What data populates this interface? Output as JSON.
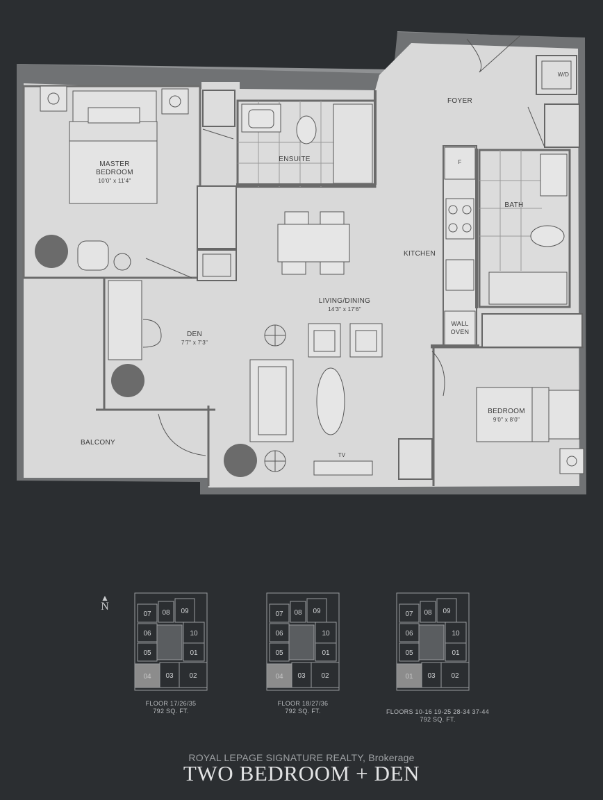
{
  "floorplan": {
    "title": "TWO BEDROOM + DEN",
    "watermark": "ROYAL LEPAGE SIGNATURE REALTY, Brokerage",
    "rooms": {
      "master_bedroom": {
        "name_line1": "MASTER",
        "name_line2": "BEDROOM",
        "dims": "10'0\" x 11'4\""
      },
      "ensuite": {
        "name": "ENSUITE"
      },
      "foyer": {
        "name": "FOYER"
      },
      "wd": {
        "name": "W/D"
      },
      "bath": {
        "name": "BATH"
      },
      "kitchen": {
        "name": "KITCHEN"
      },
      "fridge": {
        "name": "F"
      },
      "wall_oven": {
        "name_line1": "WALL",
        "name_line2": "OVEN"
      },
      "living_dining": {
        "name": "LIVING/DINING",
        "dims": "14'3\" x 17'6\""
      },
      "den": {
        "name": "DEN",
        "dims": "7'7\" x 7'3\""
      },
      "bedroom": {
        "name": "BEDROOM",
        "dims": "9'0\" x 8'0\""
      },
      "balcony": {
        "name": "BALCONY"
      },
      "tv": {
        "name": "TV"
      }
    },
    "north_label": "N",
    "key_plans": [
      {
        "units": [
          "07",
          "08",
          "09",
          "06",
          "10",
          "05",
          "01",
          "04",
          "03",
          "02"
        ],
        "highlight": "04",
        "floors": "FLOOR 17/26/35",
        "area": "792 SQ. FT."
      },
      {
        "units": [
          "07",
          "08",
          "09",
          "06",
          "10",
          "05",
          "01",
          "04",
          "03",
          "02"
        ],
        "highlight": "04",
        "floors": "FLOOR 18/27/36",
        "area": "792 SQ. FT."
      },
      {
        "units": [
          "07",
          "08",
          "09",
          "06",
          "10",
          "05",
          "01",
          "01",
          "03",
          "02"
        ],
        "highlight": "01",
        "floors": "FLOORS 10-16 19-25 28-34 37-44",
        "area": "792 SQ. FT."
      }
    ],
    "colors": {
      "background": "#2b2e31",
      "floor": "#d8d8d8",
      "wall": "#6a6a6a",
      "line": "#555555",
      "highlight_unit": "#8c8c8c"
    }
  }
}
